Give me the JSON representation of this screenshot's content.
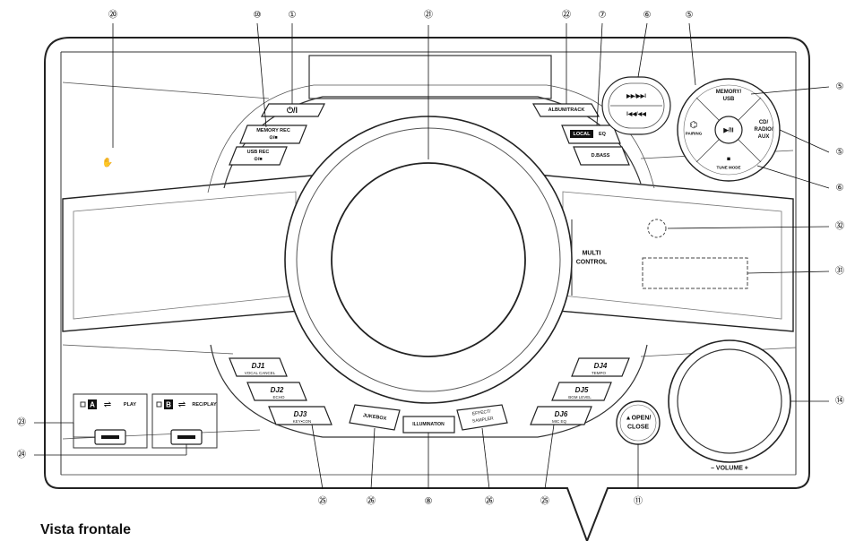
{
  "caption": "Vista frontale",
  "buttons": {
    "power": "⏻/I",
    "memory_rec_1": "MEMORY REC",
    "memory_rec_2": "⊙/■",
    "usb_rec_1": "USB REC",
    "usb_rec_2": "⊙/■",
    "album_track": "ALBUM/TRACK",
    "local_badge": "LOCAL",
    "eq": "EQ",
    "dbass": "D.BASS",
    "skip_fwd": "▶▶/▶▶I",
    "skip_back": "I◀◀/◀◀",
    "memory_usb_1": "MEMORY/",
    "memory_usb_2": "USB",
    "pairing": "PAIRING",
    "play_pause": "▶/II",
    "cd_radio_aux_1": "CD/",
    "cd_radio_aux_2": "RADIO/",
    "cd_radio_aux_3": "AUX",
    "stop": "■",
    "tune_mode": "TUNE MODE",
    "multi_control_1": "MULTI",
    "multi_control_2": "CONTROL",
    "dj1": "DJ1",
    "dj1_sub": "VOCAL CANCEL",
    "dj2": "DJ2",
    "dj2_sub": "ECHO",
    "dj3": "DJ3",
    "dj3_sub": "KEY•CON",
    "dj4": "DJ4",
    "dj4_sub": "TEMPO",
    "dj5": "DJ5",
    "dj5_sub": "BGM LEVEL",
    "dj6": "DJ6",
    "dj6_sub": "MIC EQ",
    "jukebox": "JUKEBOX",
    "illumination": "ILLUMINATION",
    "effect_1": "EFFECT/",
    "effect_2": "SAMPLER",
    "open_close_1": "▲OPEN/",
    "open_close_2": "CLOSE",
    "volume": "– VOLUME +",
    "port_a_letter": "A",
    "port_a_label": "PLAY",
    "port_b_letter": "B",
    "port_b_label": "REC/PLAY"
  },
  "callouts": {
    "c1": "①",
    "c5": "⑤",
    "c6": "⑥",
    "c7": "⑦",
    "c8": "⑧",
    "c10": "⑩",
    "c11": "⑪",
    "c14": "⑭",
    "c20": "⑳",
    "c21": "㉑",
    "c22": "㉒",
    "c23": "㉓",
    "c24": "㉔",
    "c25": "㉕",
    "c26": "㉖",
    "c31": "㉛",
    "c32": "㉜"
  }
}
